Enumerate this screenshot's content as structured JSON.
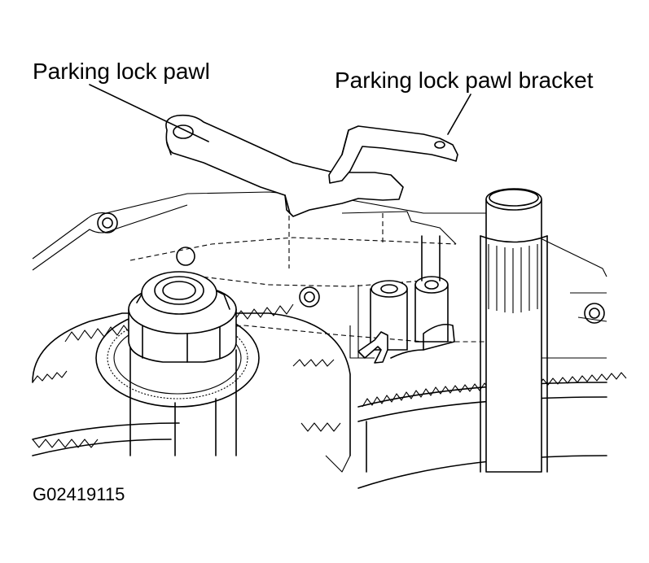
{
  "labels": {
    "pawl": "Parking lock pawl",
    "bracket": "Parking lock pawl bracket"
  },
  "figure_id": "G02419115"
}
